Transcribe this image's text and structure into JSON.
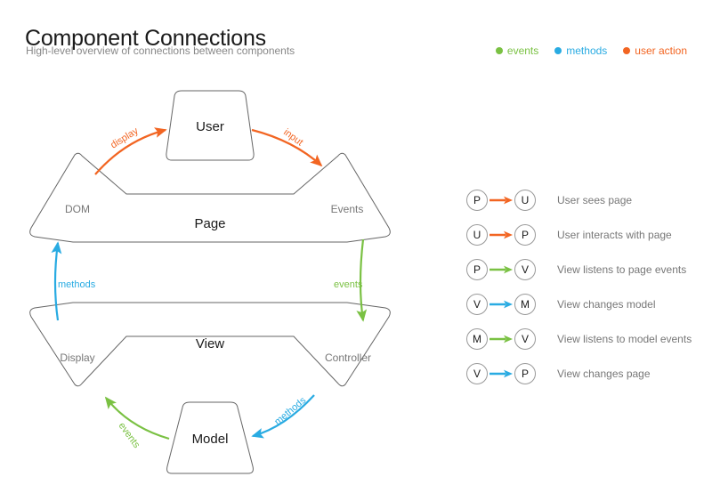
{
  "header": {
    "title": "Component Connections",
    "subtitle": "High-level overview of connections between components"
  },
  "colors": {
    "events": "#7ac143",
    "methods": "#29abe2",
    "user_action": "#f26522",
    "outline": "#666666",
    "muted_text": "#777777"
  },
  "legend_key": [
    {
      "label": "events",
      "color": "#7ac143"
    },
    {
      "label": "methods",
      "color": "#29abe2"
    },
    {
      "label": "user action",
      "color": "#f26522"
    }
  ],
  "diagram": {
    "nodes": {
      "user": {
        "title": "User"
      },
      "page": {
        "title": "Page",
        "left_lobe": "DOM",
        "right_lobe": "Events"
      },
      "view": {
        "title": "View",
        "left_lobe": "Display",
        "right_lobe": "Controller"
      },
      "model": {
        "title": "Model"
      }
    },
    "edges": [
      {
        "name": "dom-to-user",
        "label": "display",
        "color": "#f26522"
      },
      {
        "name": "user-to-events",
        "label": "input",
        "color": "#f26522"
      },
      {
        "name": "page-events-to-view-controller",
        "label": "events",
        "color": "#7ac143"
      },
      {
        "name": "view-display-to-page-dom",
        "label": "methods",
        "color": "#29abe2"
      },
      {
        "name": "model-to-view-display",
        "label": "events",
        "color": "#7ac143"
      },
      {
        "name": "view-controller-to-model",
        "label": "methods",
        "color": "#29abe2"
      }
    ]
  },
  "legend_list": [
    {
      "from": "P",
      "to": "U",
      "color": "#f26522",
      "description": "User sees page"
    },
    {
      "from": "U",
      "to": "P",
      "color": "#f26522",
      "description": "User interacts with page"
    },
    {
      "from": "P",
      "to": "V",
      "color": "#7ac143",
      "description": "View listens to page events"
    },
    {
      "from": "V",
      "to": "M",
      "color": "#29abe2",
      "description": "View changes model"
    },
    {
      "from": "M",
      "to": "V",
      "color": "#7ac143",
      "description": "View listens to model events"
    },
    {
      "from": "V",
      "to": "P",
      "color": "#29abe2",
      "description": "View changes page"
    }
  ]
}
